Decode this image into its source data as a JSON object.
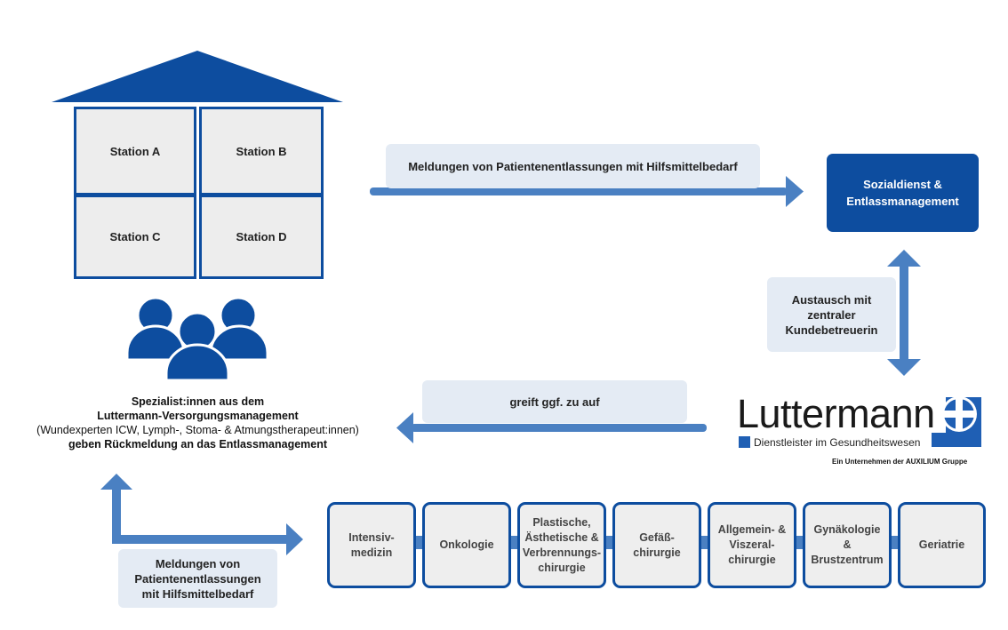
{
  "house": {
    "stations": [
      "Station A",
      "Station B",
      "Station C",
      "Station D"
    ]
  },
  "top_arrow_label": "Meldungen von Patientenentlassungen mit Hilfsmittelbedarf",
  "social_service": "Sozialdienst &\nEntlassmanagement",
  "exchange_label": "Austausch mit\nzentraler\nKundebetreuerin",
  "access_label": "greift ggf. zu auf",
  "specialists": {
    "line1": "Spezialist:innen aus dem",
    "line2": "Luttermann-Versorgungsmanagement",
    "line3": "(Wundexperten ICW, Lymph-, Stoma- & Atmungstherapeut:innen)",
    "line4": "geben Rückmeldung an das Entlassmanagement"
  },
  "logo": {
    "name": "Luttermann",
    "tagline": "Dienstleister im Gesundheitswesen",
    "footer": "Ein Unternehmen der AUXILIUM Gruppe"
  },
  "bottom_label": "Meldungen von\nPatientenentlassungen\nmit Hilfsmittelbedarf",
  "departments": [
    "Intensiv-\nmedizin",
    "Onkologie",
    "Plastische,\nÄsthetische &\nVerbrennungs-\nchirurgie",
    "Gefäß-\nchirurgie",
    "Allgemein- &\nViszeral-\nchirurgie",
    "Gynäkologie\n&\nBrustzentrum",
    "Geriatrie"
  ],
  "colors": {
    "dark_blue": "#0d4d9f",
    "arrow_blue": "#4a80c2",
    "label_bg": "#e4ebf4"
  }
}
